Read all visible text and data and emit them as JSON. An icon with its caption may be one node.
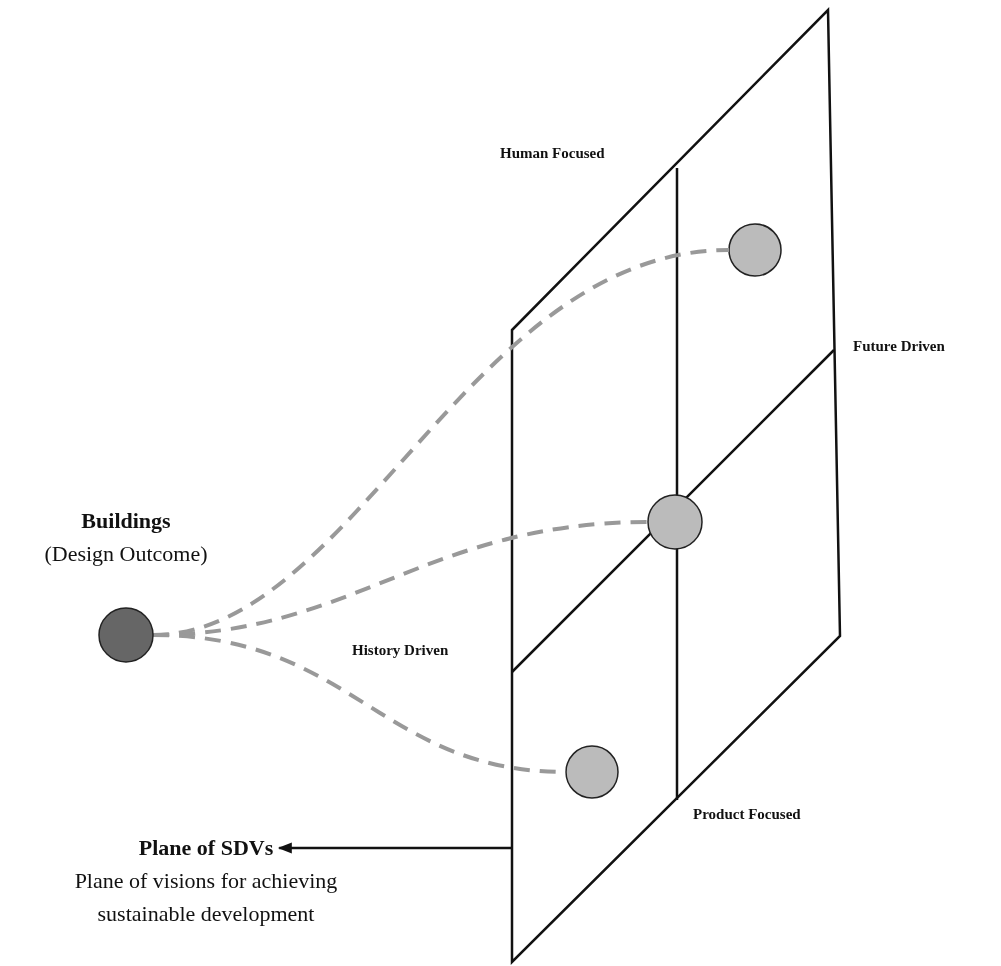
{
  "diagram": {
    "nodes": [
      {
        "text": [
          "Buildings",
          "(Design Outcome)"
        ]
      },
      {
        "text": [],
        "shape": "circle",
        "in": 4
      },
      {
        "text": [],
        "shape": "circle",
        "in": 4
      },
      {
        "text": [],
        "shape": "circle",
        "in": 4
      },
      {
        "text": [],
        "shape": "parallelogram"
      },
      {
        "text": [
          "Plane of SDVs",
          "Plane of visions for achieving sustainable development"
        ]
      }
    ],
    "edges": [
      {
        "from": 0,
        "to": 1,
        "arrow": "none",
        "style": "dashed",
        "color": "#999999"
      },
      {
        "from": 0,
        "to": 2,
        "arrow": "none",
        "style": "dashed",
        "color": "#999999"
      },
      {
        "from": 0,
        "to": 3,
        "arrow": "none",
        "style": "dashed",
        "color": "#999999"
      },
      {
        "from": 4,
        "to": 5,
        "arrow": "to",
        "color": "#111111"
      }
    ],
    "labels": [
      "Human Focused",
      "Future Driven",
      "History Driven",
      "Product Focused"
    ]
  }
}
